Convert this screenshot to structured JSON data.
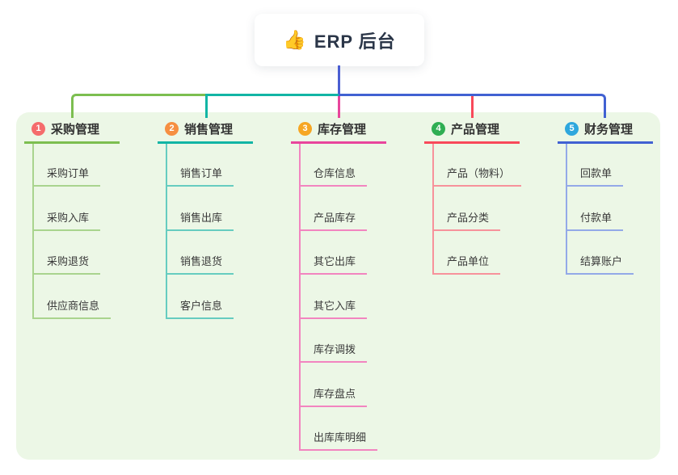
{
  "root": {
    "icon": "👍",
    "title": "ERP 后台"
  },
  "canvas": {
    "background": "#ffffff",
    "panel_color": "#ecf7e6",
    "root_connector_color": "#4a5ed2"
  },
  "branches": [
    {
      "badge": "1",
      "label": "采购管理",
      "badge_color": "#f56c6c",
      "line_color": "#7cbe50",
      "subline_color": "#a9d48e",
      "children": [
        "采购订单",
        "采购入库",
        "采购退货",
        "供应商信息"
      ]
    },
    {
      "badge": "2",
      "label": "销售管理",
      "badge_color": "#f68f41",
      "line_color": "#12b5a5",
      "subline_color": "#66ccc0",
      "children": [
        "销售订单",
        "销售出库",
        "销售退货",
        "客户信息"
      ]
    },
    {
      "badge": "3",
      "label": "库存管理",
      "badge_color": "#f6a623",
      "line_color": "#e8459c",
      "subline_color": "#f285c0",
      "children": [
        "仓库信息",
        "产品库存",
        "其它出库",
        "其它入库",
        "库存调拨",
        "库存盘点",
        "出库库明细"
      ]
    },
    {
      "badge": "4",
      "label": "产品管理",
      "badge_color": "#2fae53",
      "line_color": "#f8495a",
      "subline_color": "#f7929b",
      "children": [
        "产品（物料）",
        "产品分类",
        "产品单位"
      ]
    },
    {
      "badge": "5",
      "label": "财务管理",
      "badge_color": "#2ea7dd",
      "line_color": "#4161d2",
      "subline_color": "#93a9e8",
      "children": [
        "回款单",
        "付款单",
        "结算账户"
      ]
    }
  ]
}
